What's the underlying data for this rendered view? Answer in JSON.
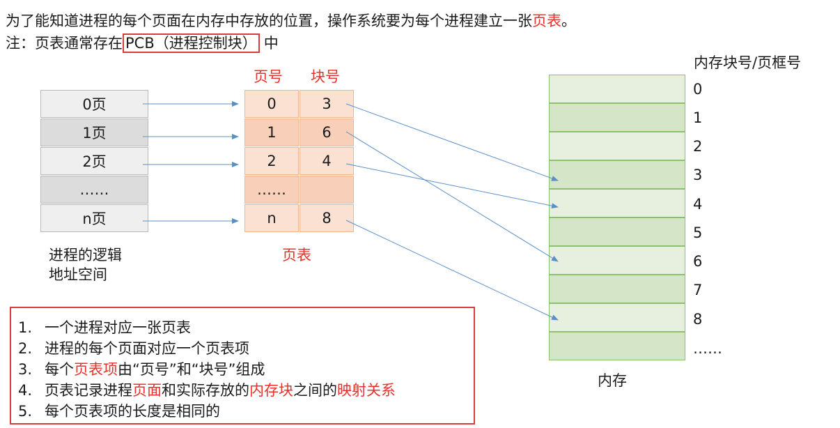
{
  "header": {
    "line1": {
      "text": "为了能知道进程的每个页面在内存中存放的位置，操作系统要为每个进程建立一张",
      "highlight": "页表",
      "end": "。"
    },
    "line2": {
      "prefix": "注：页表通常存在",
      "boxed": "PCB（进程控制块）",
      "suffix": "中"
    }
  },
  "logical_space": {
    "cells": [
      "0页",
      "1页",
      "2页",
      "……",
      "n页"
    ],
    "caption_line1": "进程的逻辑",
    "caption_line2": "地址空间"
  },
  "page_table": {
    "col_headers": [
      "页号",
      "块号"
    ],
    "rows": [
      {
        "page": "0",
        "block": "3"
      },
      {
        "page": "1",
        "block": "6"
      },
      {
        "page": "2",
        "block": "4"
      },
      {
        "page": "……",
        "block": ""
      },
      {
        "page": "n",
        "block": "8"
      }
    ],
    "caption": "页表"
  },
  "memory": {
    "header": "内存块号/页框号",
    "block_labels": [
      "0",
      "1",
      "2",
      "3",
      "4",
      "5",
      "6",
      "7",
      "8",
      "……"
    ],
    "caption": "内存"
  },
  "notes": [
    {
      "num": "1.",
      "parts": [
        {
          "t": "一个进程对应一张页表",
          "red": false
        }
      ]
    },
    {
      "num": "2.",
      "parts": [
        {
          "t": "进程的每个页面对应一个页表项",
          "red": false
        }
      ]
    },
    {
      "num": "3.",
      "parts": [
        {
          "t": "每个",
          "red": false
        },
        {
          "t": "页表项",
          "red": true
        },
        {
          "t": "由“页号”和“块号”组成",
          "red": false
        }
      ]
    },
    {
      "num": "4.",
      "parts": [
        {
          "t": "页表记录进程",
          "red": false
        },
        {
          "t": "页面",
          "red": true
        },
        {
          "t": "和实际存放的",
          "red": false
        },
        {
          "t": "内存块",
          "red": true
        },
        {
          "t": "之间的",
          "red": false
        },
        {
          "t": "映射关系",
          "red": true
        }
      ]
    },
    {
      "num": "5.",
      "parts": [
        {
          "t": "每个页表项的长度是相同的",
          "red": false
        }
      ]
    }
  ],
  "colors": {
    "accent_red": "#e8312a",
    "box_red": "#d83b3b",
    "arrow_blue": "#5b8fc7",
    "table_orange": "#f8d4bf",
    "memory_green": "#dbe8d1"
  }
}
